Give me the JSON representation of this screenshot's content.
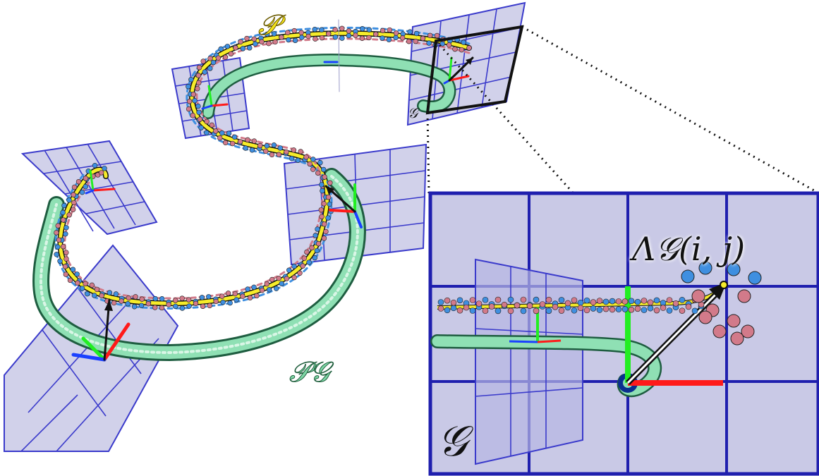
{
  "labels": {
    "path": "𝒫",
    "path_grid": "𝒫𝒢",
    "grid_small": "𝒢",
    "grid_large": "𝒢",
    "transform": "Λ𝒢(i, j)"
  },
  "colors": {
    "grid_fill": "#c9c9e6",
    "grid_line": "#3a3acb",
    "grid_line_dark": "#1f1fae",
    "path_yellow": "#f6ec2a",
    "tube_green": "#8fe0b4",
    "bead_blue": "#3f8fe0",
    "bead_pink": "#d27a8a",
    "axis_red": "#ff1a1a",
    "axis_green": "#22ee22",
    "axis_blue": "#1a40ff",
    "arrow": "#111111"
  },
  "icons": [
    "reference-frame-axes",
    "position-arrow",
    "zoom-frame"
  ]
}
